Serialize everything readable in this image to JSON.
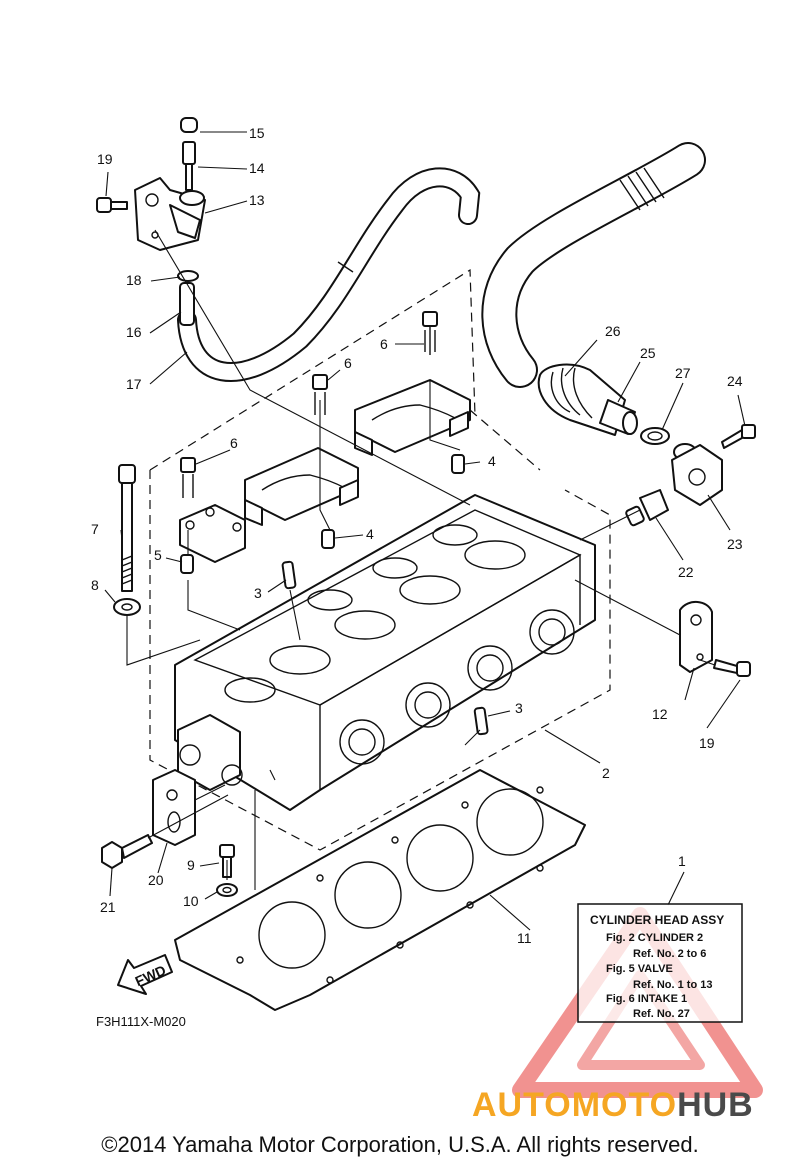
{
  "callouts": [
    {
      "id": "1",
      "text": "1"
    },
    {
      "id": "2",
      "text": "2"
    },
    {
      "id": "3a",
      "text": "3"
    },
    {
      "id": "3b",
      "text": "3"
    },
    {
      "id": "4a",
      "text": "4"
    },
    {
      "id": "4b",
      "text": "4"
    },
    {
      "id": "5",
      "text": "5"
    },
    {
      "id": "6a",
      "text": "6"
    },
    {
      "id": "6b",
      "text": "6"
    },
    {
      "id": "6c",
      "text": "6"
    },
    {
      "id": "7",
      "text": "7"
    },
    {
      "id": "8",
      "text": "8"
    },
    {
      "id": "9",
      "text": "9"
    },
    {
      "id": "10",
      "text": "10"
    },
    {
      "id": "11",
      "text": "11"
    },
    {
      "id": "12",
      "text": "12"
    },
    {
      "id": "13",
      "text": "13"
    },
    {
      "id": "14",
      "text": "14"
    },
    {
      "id": "15",
      "text": "15"
    },
    {
      "id": "16",
      "text": "16"
    },
    {
      "id": "17",
      "text": "17"
    },
    {
      "id": "18",
      "text": "18"
    },
    {
      "id": "19a",
      "text": "19"
    },
    {
      "id": "19b",
      "text": "19"
    },
    {
      "id": "20",
      "text": "20"
    },
    {
      "id": "21",
      "text": "21"
    },
    {
      "id": "22",
      "text": "22"
    },
    {
      "id": "23",
      "text": "23"
    },
    {
      "id": "24",
      "text": "24"
    },
    {
      "id": "25",
      "text": "25"
    },
    {
      "id": "26",
      "text": "26"
    },
    {
      "id": "27",
      "text": "27"
    }
  ],
  "reference_box": {
    "title": "CYLINDER HEAD ASSY",
    "lines": [
      "Fig.  2 CYLINDER 2",
      "Ref. No. 2 to 6",
      "Fig.  5 VALVE",
      "Ref. No. 1 to 13",
      "Fig.  6 INTAKE 1",
      "Ref. No. 27"
    ]
  },
  "fwd_label": "FWD",
  "diagram_code": "F3H111X-M020",
  "copyright": "©2014 Yamaha Motor Corporation, U.S.A. All rights reserved.",
  "watermark": {
    "part1": "AUTOMOTO",
    "part2": "HUB",
    "color1": "#f5a623",
    "color2": "#4a4a4a",
    "triangle_color": "#e53935"
  }
}
